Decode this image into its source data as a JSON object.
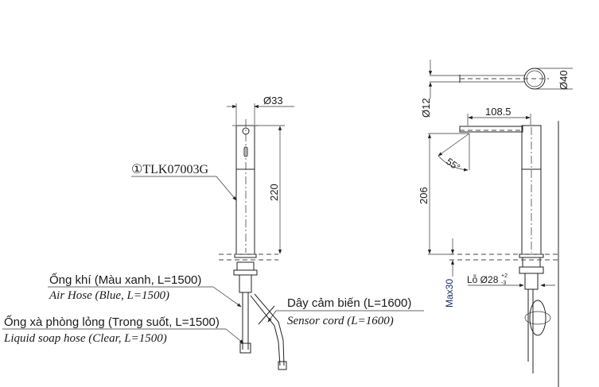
{
  "front_view": {
    "model_label": "①TLK07003G",
    "dim_diameter": "Ø33",
    "dim_height": "220",
    "air_hose_vi": "Ống khí (Màu xanh, L=1500)",
    "air_hose_en": "Air Hose (Blue, L=1500)",
    "soap_hose_vi": "Ống xà phòng lỏng (Trong suốt, L=1500)",
    "soap_hose_en": "Liquid soap hose (Clear, L=1500)",
    "sensor_vi": "Dây cảm biến (L=1600)",
    "sensor_en": "Sensor cord (L=1600)"
  },
  "side_view": {
    "dim_top_diameter": "Ø40",
    "dim_spout_diameter": "Ø12",
    "dim_reach": "108.5",
    "dim_angle": "55°",
    "dim_height": "206",
    "dim_max_thickness": "Max30",
    "hole_label": "Lỗ Ø28",
    "hole_tol_upper": "+2",
    "hole_tol_lower": "-3"
  }
}
